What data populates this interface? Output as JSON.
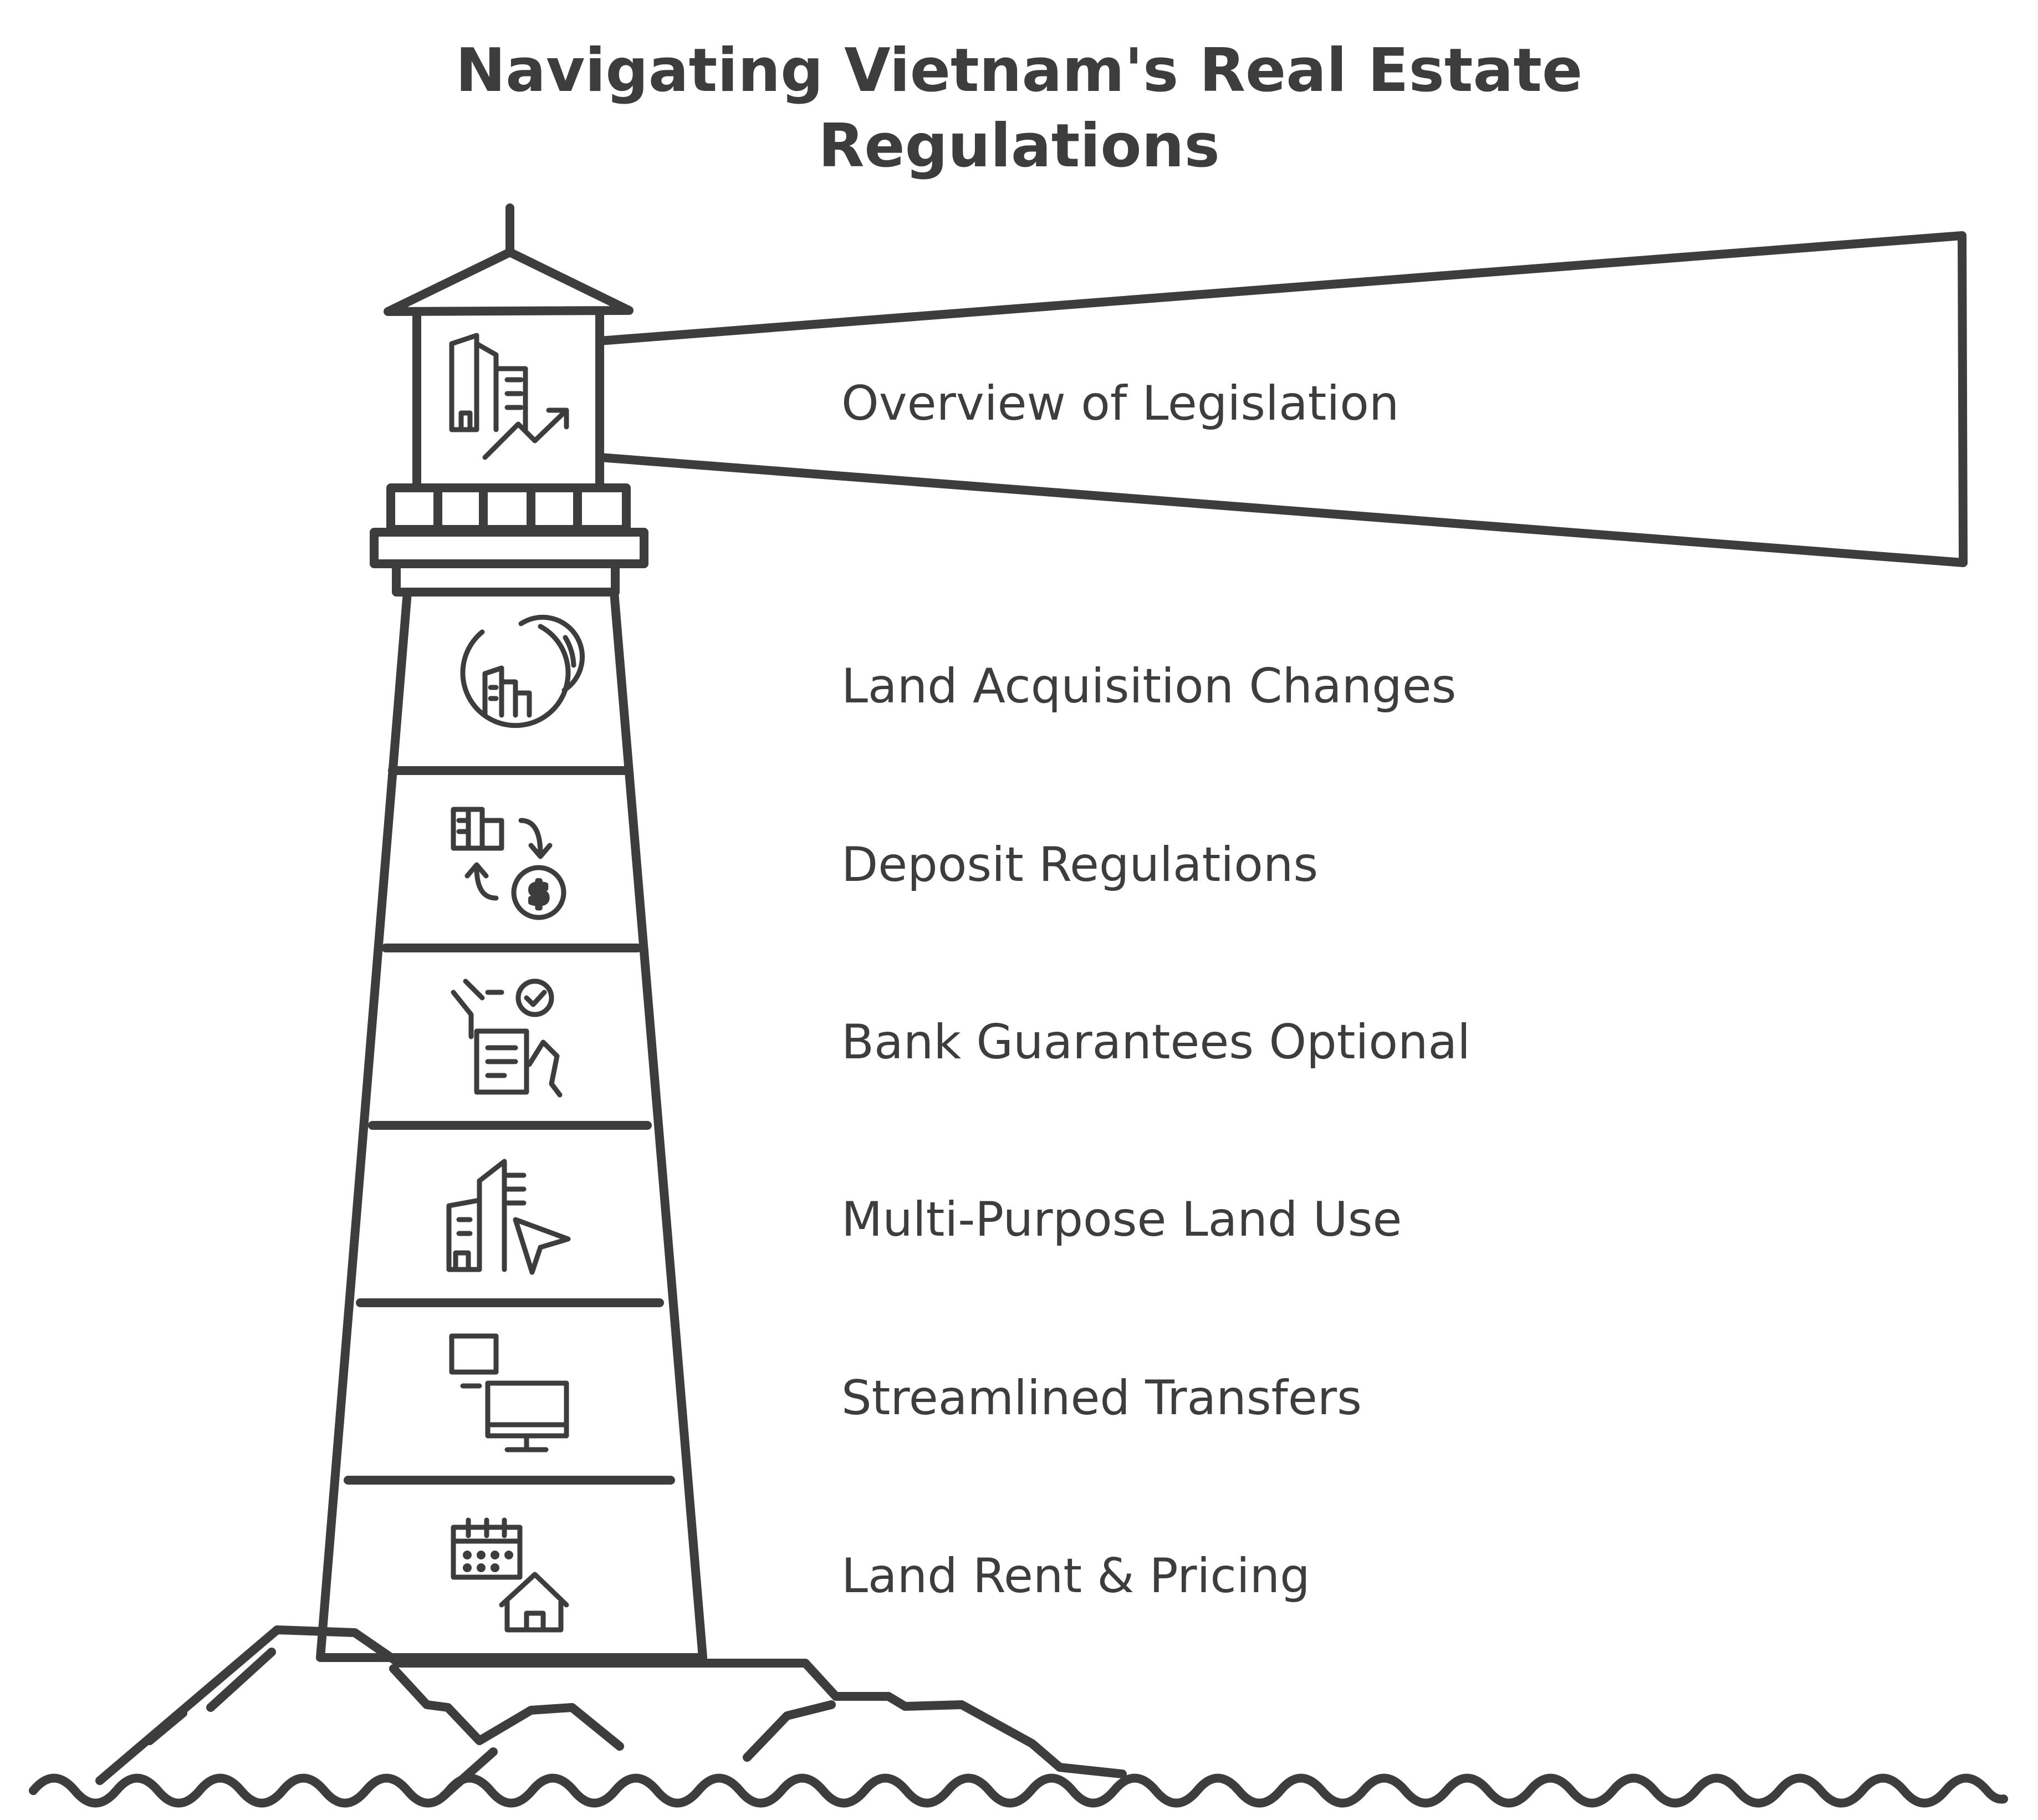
{
  "title": {
    "line1": "Navigating Vietnam's Real Estate",
    "line2": "Regulations"
  },
  "sections": [
    {
      "label": "Overview of Legislation",
      "icon": "buildings-growth-icon"
    },
    {
      "label": "Land Acquisition Changes",
      "icon": "city-chart-icon"
    },
    {
      "label": "Deposit Regulations",
      "icon": "property-money-exchange-icon"
    },
    {
      "label": "Bank Guarantees Optional",
      "icon": "document-approval-icon"
    },
    {
      "label": "Multi-Purpose Land Use",
      "icon": "buildings-cursor-icon"
    },
    {
      "label": "Streamlined Transfers",
      "icon": "computers-transfer-icon"
    },
    {
      "label": "Land Rent & Pricing",
      "icon": "calendar-house-icon"
    }
  ],
  "icon_text": {
    "dollar": "$"
  },
  "colors": {
    "stroke": "#3d3d3d",
    "background": "#ffffff"
  }
}
